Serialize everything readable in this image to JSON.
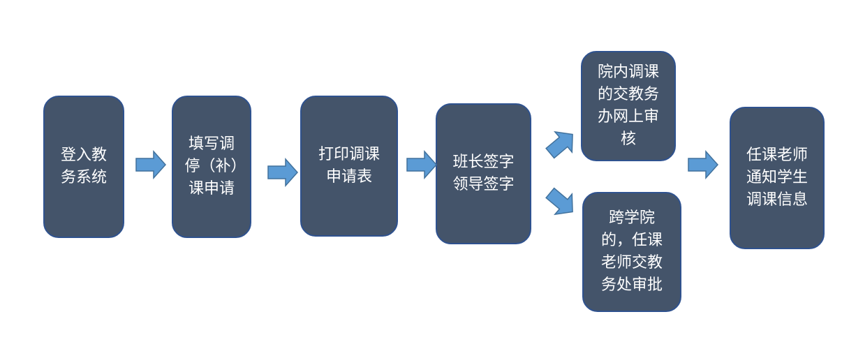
{
  "steps": {
    "login": "登入教务系统",
    "fill_form": "填写调停（补）课申请",
    "print_form": "打印调课申请表",
    "sign": "班长签字领导签字",
    "internal_review": "院内调课的交教务办网上审核",
    "cross_review": "跨学院的，任课老师交教务处审批",
    "notify": "任课老师通知学生调课信息"
  },
  "colors": {
    "box_fill": "#44546a",
    "box_border": "#2f528f",
    "arrow_fill": "#5b9bd5",
    "arrow_stroke": "#41719c",
    "text": "#ffffff"
  }
}
